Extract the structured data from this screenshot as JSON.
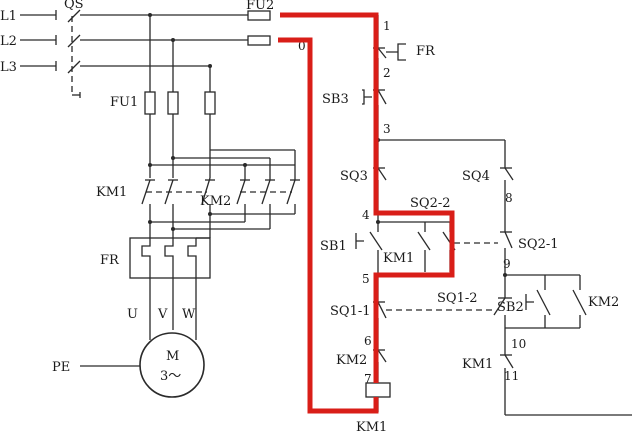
{
  "diagram": {
    "supply": {
      "l1": "L1",
      "l2": "L2",
      "l3": "L3",
      "qs": "QS",
      "fu2": "FU2",
      "fu1": "FU1"
    },
    "main_circuit": {
      "km1": "KM1",
      "km2": "KM2",
      "fr": "FR",
      "u": "U",
      "v": "V",
      "w": "W",
      "pe": "PE",
      "motor_m": "M",
      "motor_type": "3～"
    },
    "control_circuit": {
      "node_0": "0",
      "node_1": "1",
      "node_2": "2",
      "node_3": "3",
      "node_4": "4",
      "node_5": "5",
      "node_6": "6",
      "node_7": "7",
      "node_8": "8",
      "node_9": "9",
      "node_10": "10",
      "node_11": "11",
      "fr_contact": "FR",
      "sb3": "SB3",
      "sq3": "SQ3",
      "sq4": "SQ4",
      "sq2_2": "SQ2-2",
      "sq2_1": "SQ2-1",
      "sb1": "SB1",
      "km1_aux": "KM1",
      "sq1_1": "SQ1-1",
      "sq1_2": "SQ1-2",
      "sb2": "SB2",
      "km2_aux": "KM2",
      "km2_interlock": "KM2",
      "km1_interlock": "KM1",
      "km1_coil": "KM1"
    },
    "highlight_color": "#d91e18"
  }
}
